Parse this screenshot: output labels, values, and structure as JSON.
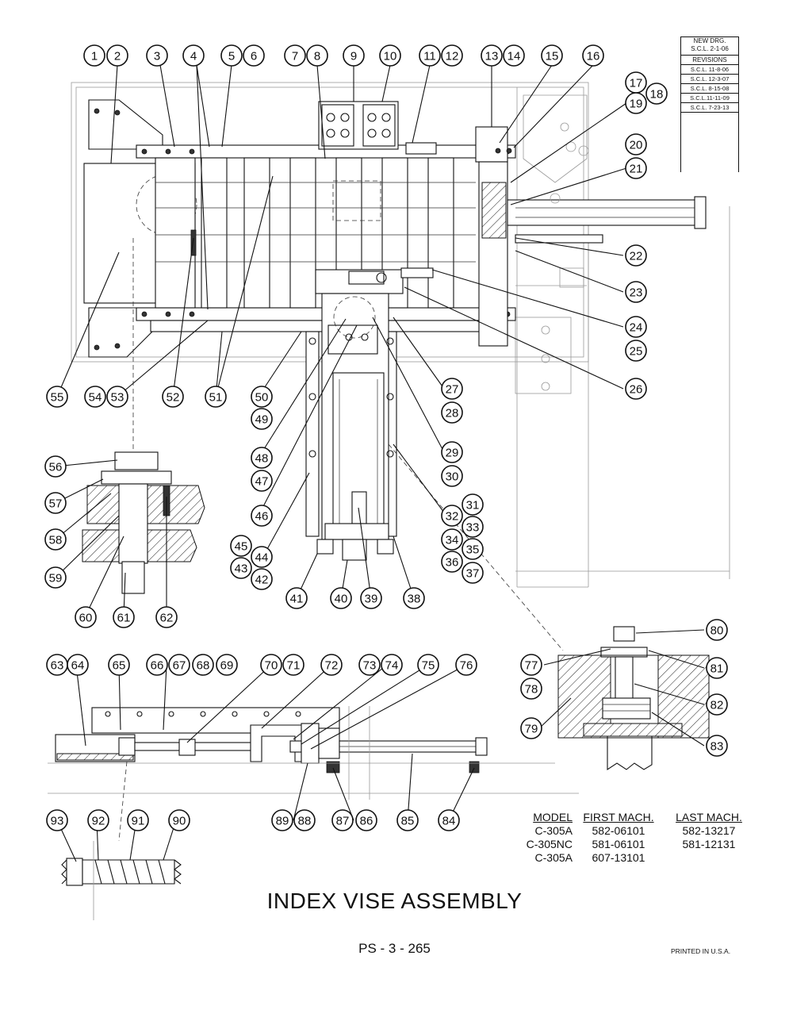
{
  "title": "INDEX VISE ASSEMBLY",
  "page_number": "PS - 3 - 265",
  "printed_note": "PRINTED IN U.S.A.",
  "revision_block": {
    "new_drawing": "NEW DRG.",
    "new_drawing_date": "S.C.L. 2-1-06",
    "revisions_label": "REVISIONS",
    "revisions": [
      "S.C.L. 11-8-06",
      "S.C.L. 12-3-07",
      "S.C.L. 8-15-08",
      "S.C.L.11-11-09",
      "S.C.L. 7-23-13"
    ]
  },
  "model_table": {
    "headers": [
      "MODEL",
      "FIRST MACH.",
      "LAST MACH."
    ],
    "rows": [
      [
        "C-305A",
        "582-06101",
        "582-13217"
      ],
      [
        "C-305NC",
        "581-06101",
        "581-12131"
      ],
      [
        "C-305A",
        "607-13101",
        ""
      ]
    ]
  },
  "callouts": [
    "1",
    "2",
    "3",
    "4",
    "5",
    "6",
    "7",
    "8",
    "9",
    "10",
    "11",
    "12",
    "13",
    "14",
    "15",
    "16",
    "17",
    "18",
    "19",
    "20",
    "21",
    "22",
    "23",
    "24",
    "25",
    "26",
    "27",
    "28",
    "29",
    "30",
    "31",
    "32",
    "33",
    "34",
    "35",
    "36",
    "37",
    "38",
    "39",
    "40",
    "41",
    "42",
    "43",
    "44",
    "45",
    "46",
    "47",
    "48",
    "49",
    "50",
    "51",
    "52",
    "53",
    "54",
    "55",
    "56",
    "57",
    "58",
    "59",
    "60",
    "61",
    "62",
    "63",
    "64",
    "65",
    "66",
    "67",
    "68",
    "69",
    "70",
    "71",
    "72",
    "73",
    "74",
    "75",
    "76",
    "77",
    "78",
    "79",
    "80",
    "81",
    "82",
    "83",
    "84",
    "85",
    "86",
    "87",
    "88",
    "89",
    "90",
    "91",
    "92",
    "93"
  ]
}
